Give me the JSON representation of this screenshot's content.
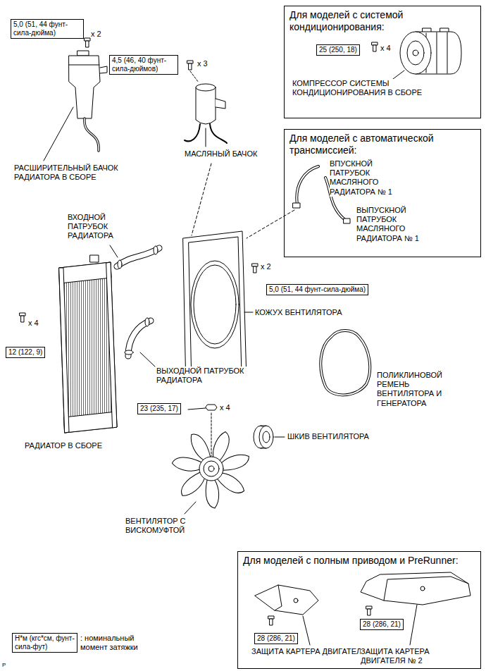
{
  "diagram": {
    "nodes": [
      {
        "text": [
          "5,0 (51, 44 фунт-сила-дюйма)"
        ]
      },
      {
        "text": [
          "4,5 (46, 40 фунт-сила-дюймов)"
        ]
      },
      {
        "text": [
          "Для моделей с системой кондиционирования:"
        ]
      },
      {
        "text": [
          "25 (250, 18)"
        ],
        "in": 2
      },
      {
        "text": [
          "Для моделей с автоматической трансмиссией:"
        ]
      },
      {
        "text": [
          "5,0 (51, 44 фунт-сила-дюйма)"
        ]
      },
      {
        "text": [
          "12 (122, 9)"
        ]
      },
      {
        "text": [
          "23 (235, 17)"
        ]
      },
      {
        "text": [
          "Для моделей с полным приводом и PreRunner:"
        ]
      },
      {
        "text": [
          "28 (286, 21)"
        ],
        "in": 8
      },
      {
        "text": [
          "28 (286, 21)"
        ],
        "in": 8
      },
      {
        "text": [
          "Н*м (кгс*см, фунт-сила-фут)",
          ": номинальный момент затяжки"
        ]
      }
    ],
    "labels": [
      "x 2",
      "РАСШИРИТЕЛЬНЫЙ БАЧОК РАДИАТОРА В СБОРЕ",
      "x 3",
      "МАСЛЯНЫЙ БАЧОК",
      "x 4",
      "КОМПРЕССОР СИСТЕМЫ КОНДИЦИОНИРОВАНИЯ В СБОРЕ",
      "ВПУСКНОЙ ПАТРУБОК МАСЛЯНОГО РАДИАТОРА № 1",
      "ВЫПУСКНОЙ ПАТРУБОК МАСЛЯНОГО РАДИАТОРА № 1",
      "ВХОДНОЙ ПАТРУБОК РАДИАТОРА",
      "x 2",
      "КОЖУХ ВЕНТИЛЯТОРА",
      "x 4",
      "ВЫХОДНОЙ ПАТРУБОК РАДИАТОРА",
      "РАДИАТОР В СБОРЕ",
      "ПОЛИКЛИНОВОЙ РЕМЕНЬ ВЕНТИЛЯТОРА И ГЕНЕРАТОРА",
      "x 4",
      "ШКИВ ВЕНТИЛЯТОРА",
      "ВЕНТИЛЯТОР С ВИСКОМУФТОЙ",
      "ЗАЩИТА КАРТЕРА ДВИГАТЕЛЯ № 1",
      "ЗАЩИТА КАРТЕРА ДВИГАТЕЛЯ № 2",
      "P"
    ]
  }
}
